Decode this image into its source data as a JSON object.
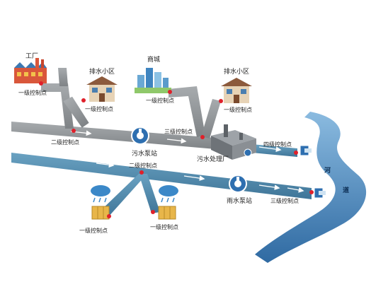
{
  "colors": {
    "sewage_pipe": "#8f9396",
    "sewage_pipe_edge": "#6d7174",
    "rain_pipe": "#4d86a8",
    "rain_pipe_edge": "#356d8f",
    "river": "#3f7bb0",
    "river_light": "#7eaed3",
    "control_point": "#e0202a",
    "flow_arrow": "#ffffff"
  },
  "facilities": {
    "factory": {
      "label": "工厂",
      "icon": "factory-icon"
    },
    "residential_left": {
      "label": "排水小区",
      "icon": "house-icon"
    },
    "mall": {
      "label": "商城",
      "icon": "city-buildings-icon"
    },
    "residential_right": {
      "label": "排水小区",
      "icon": "house-icon"
    },
    "sewage_pump": {
      "label": "污水泵站",
      "icon": "pump-icon"
    },
    "treatment_plant": {
      "label": "污水处理厂",
      "icon": "treatment-plant-icon"
    },
    "rain_pump": {
      "label": "雨水泵站",
      "icon": "pump-icon"
    },
    "rain_source_left": {
      "icon": "rain-cloud-icon"
    },
    "rain_source_right": {
      "icon": "rain-cloud-icon"
    }
  },
  "control_points": {
    "cp_factory": "一级控制点",
    "cp_residential_left": "一级控制点",
    "cp_mall": "一级控制点",
    "cp_residential_right": "一级控制点",
    "cp_level2_sewage": "二级控制点",
    "cp_level3_sewage": "三级控制点",
    "cp_level4_outfall": "四级控制点",
    "cp_level2_rain": "二级控制点",
    "cp_level3_rain": "三级控制点",
    "cp_rain_left": "一级控制点",
    "cp_rain_right": "一级控制点"
  },
  "river": {
    "label_1": "河",
    "label_2": "道"
  }
}
